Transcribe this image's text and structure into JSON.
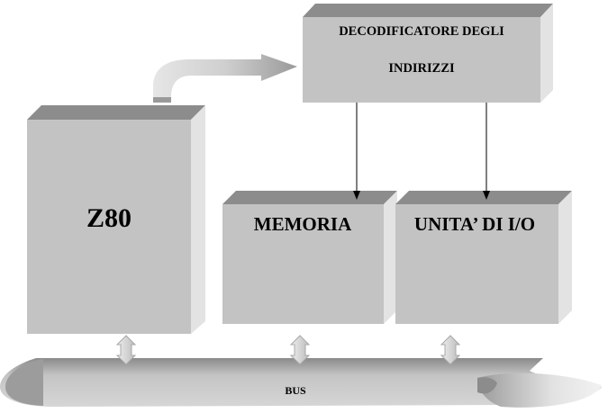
{
  "diagram": {
    "cpu": {
      "label": "Z80"
    },
    "decoder": {
      "line1": "DECODIFICATORE DEGLI",
      "line2": "INDIRIZZI"
    },
    "memory": {
      "label": "MEMORIA"
    },
    "io": {
      "label": "UNITA’ DI I/O"
    },
    "bus": {
      "label": "BUS"
    }
  }
}
